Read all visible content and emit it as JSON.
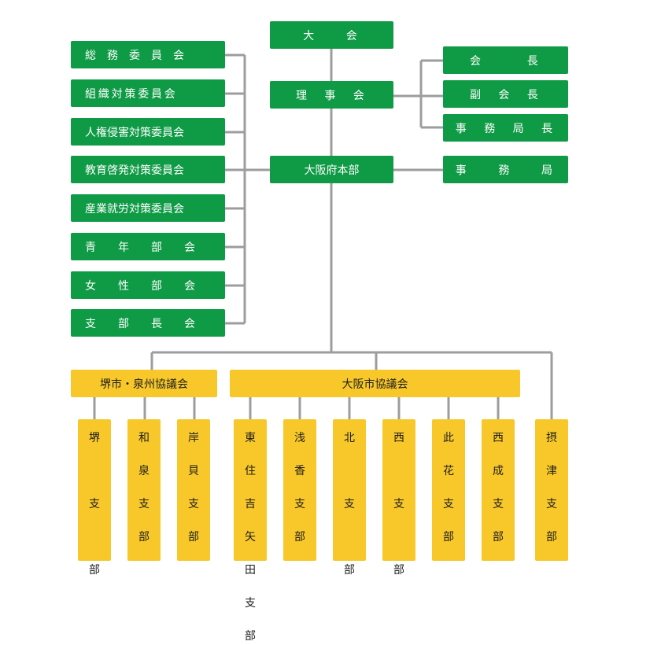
{
  "top": {
    "taikai": "大　　会",
    "rijikai": "理　事　会",
    "honbu": "大阪府本部"
  },
  "officers": [
    "会　　　長",
    "副　会　長",
    "事　務　局　長"
  ],
  "secretariat": "事　　務　　局",
  "committees": [
    "総　務　委　員　会",
    "組織対策委員会",
    "人権侵害対策委員会",
    "教育啓発対策委員会",
    "産業就労対策委員会",
    "青　　年　　部　　会",
    "女　　性　　部　　会",
    "支　　部　　長　　会"
  ],
  "councils": {
    "sakai_senshu": "堺市・泉州協議会",
    "osaka_city": "大阪市協議会"
  },
  "branches": [
    "堺\n\n支\n\n部",
    "和\n泉\n支\n部",
    "岸\n貝\n支\n部",
    "東\n住\n吉\n矢\n田\n支\n部",
    "浅\n香\n支\n部",
    "北\n\n支\n\n部",
    "西\n\n支\n\n部",
    "此\n花\n支\n部",
    "西\n成\n支\n部",
    "摂\n津\n支\n部"
  ],
  "colors": {
    "green": "#0f9a45",
    "yellow": "#f8c82b",
    "line": "#9d9d9d"
  }
}
